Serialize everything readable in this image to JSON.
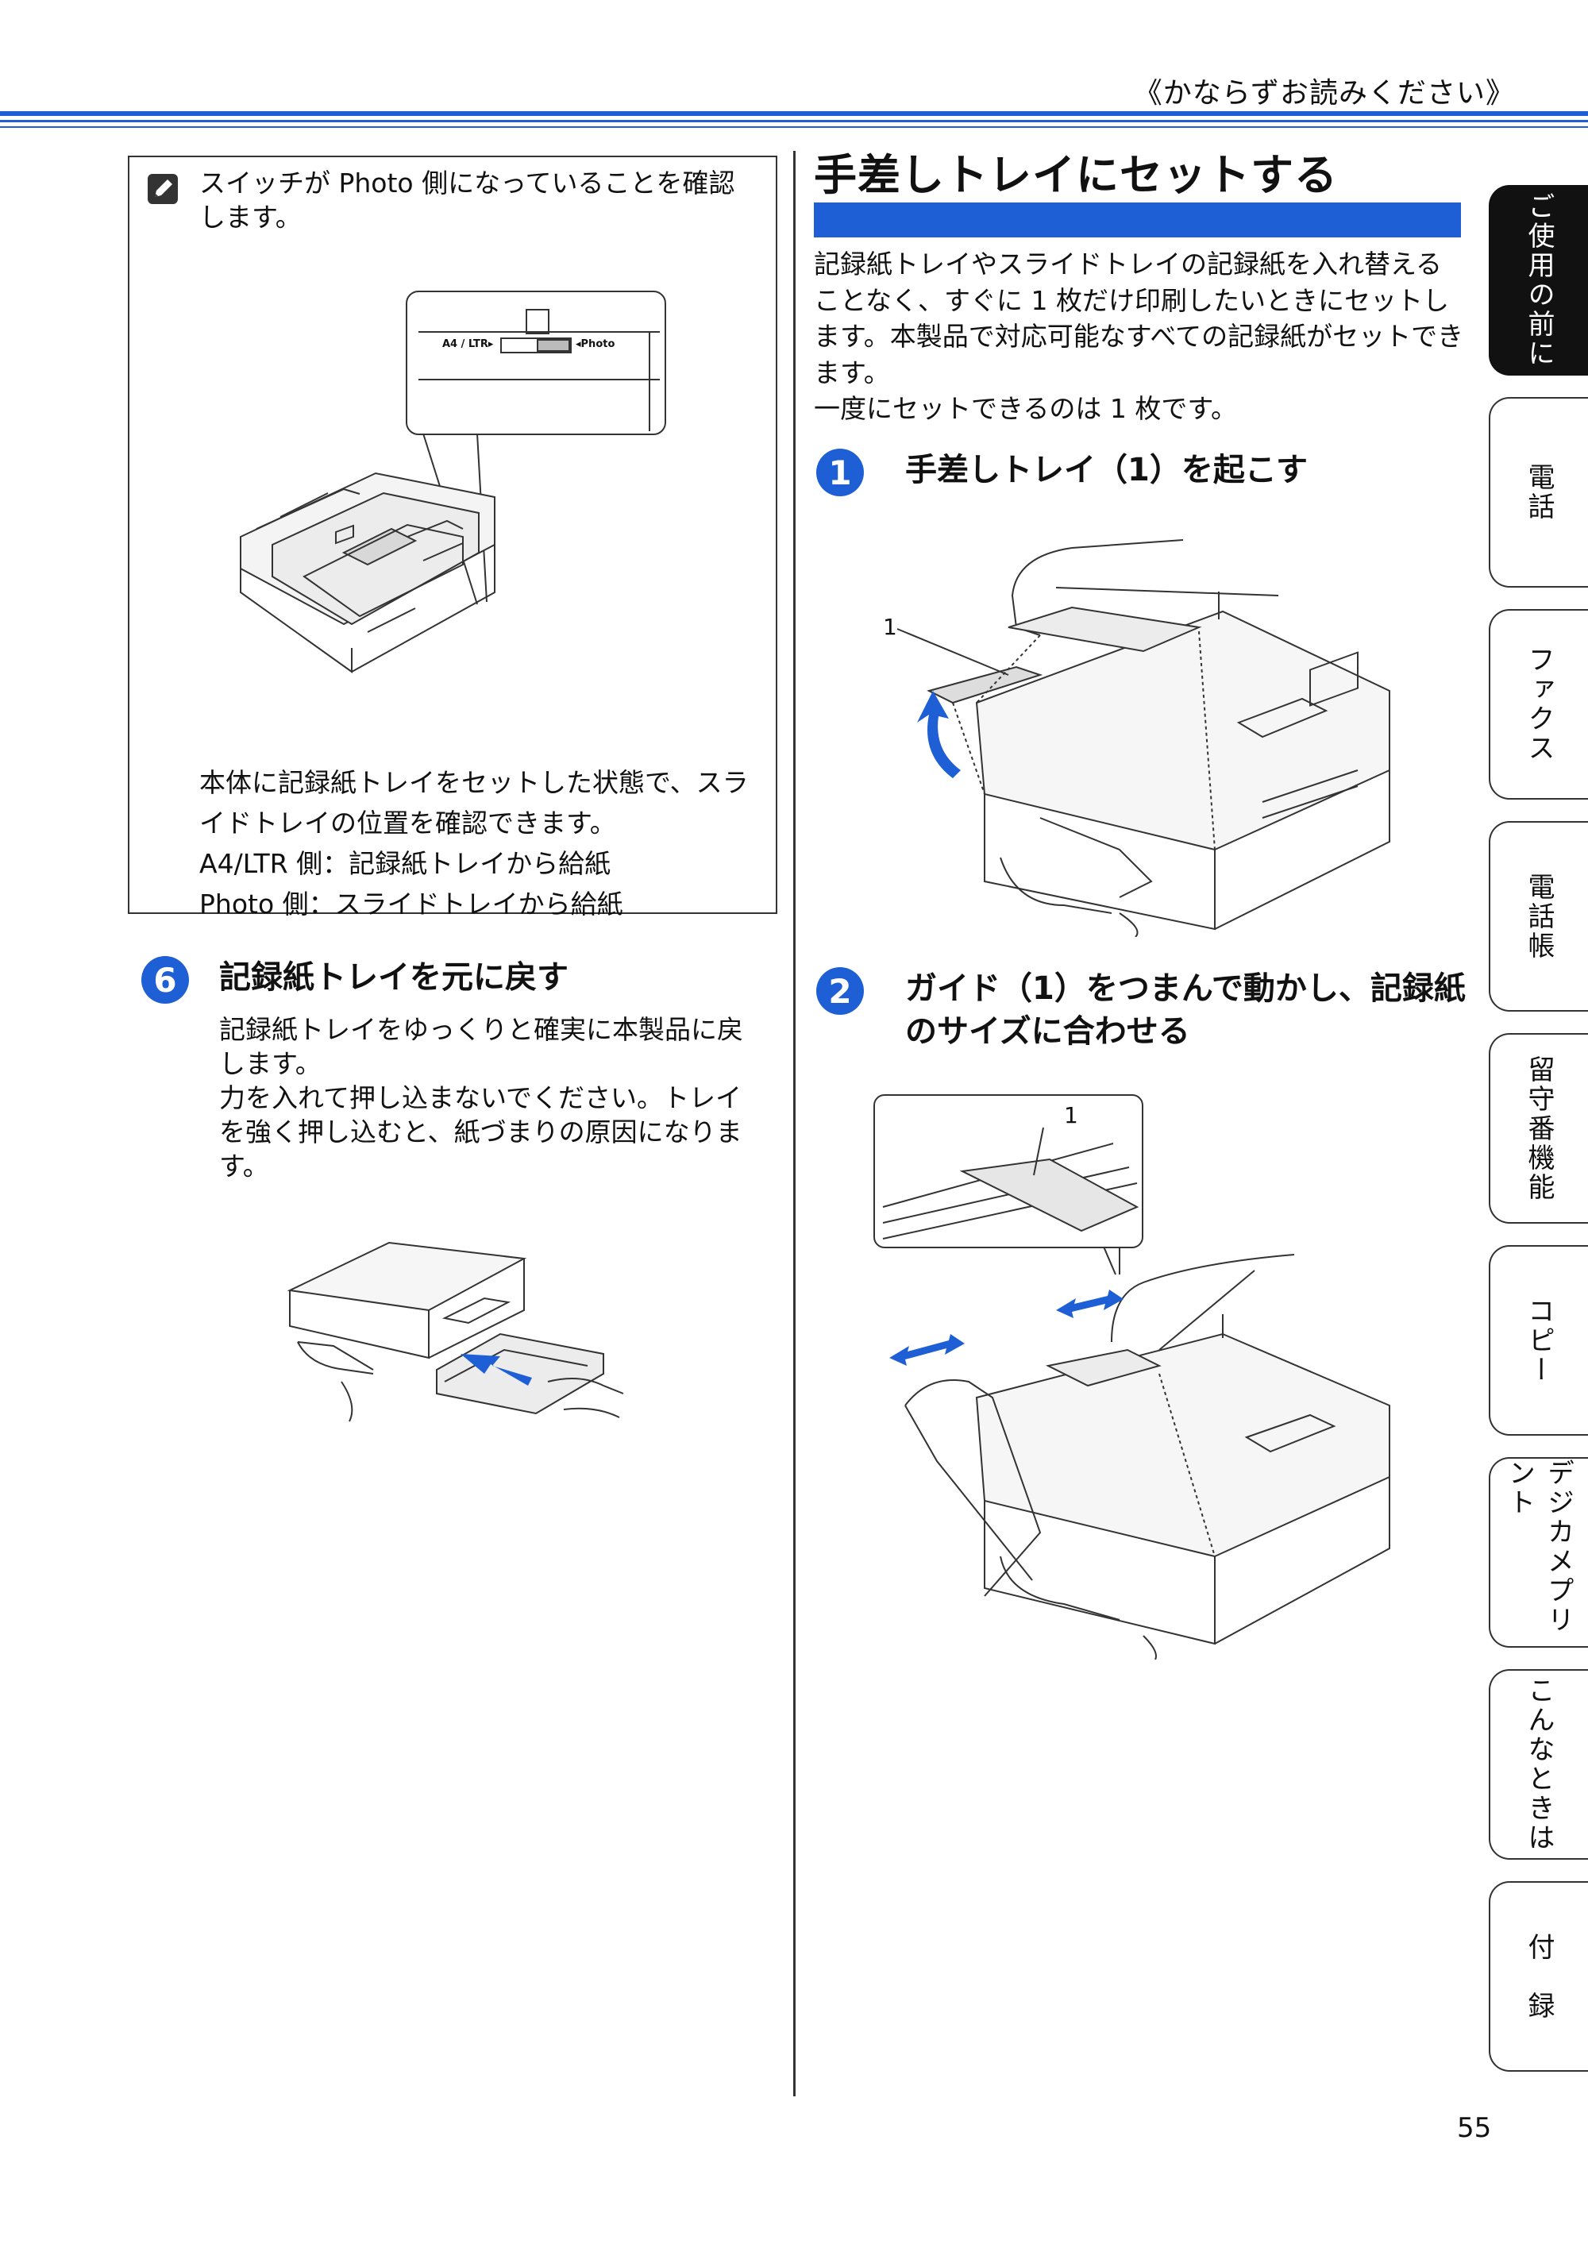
{
  "header": {
    "note": "《かならずお読みください》"
  },
  "note_box": {
    "text": "スイッチが Photo 側になっていることを確認します。",
    "callout_label_left": "A4 / LTR",
    "callout_label_right": "Photo",
    "description": "本体に記録紙トレイをセットした状態で、スライドトレイの位置を確認できます。",
    "a4_line": "A4/LTR 側：記録紙トレイから給紙",
    "photo_line": "Photo 側：スライドトレイから給紙"
  },
  "step6": {
    "number": "6",
    "title": "記録紙トレイを元に戻す",
    "body1": "記録紙トレイをゆっくりと確実に本製品に戻します。",
    "body2": "力を入れて押し込まないでください。トレイを強く押し込むと、紙づまりの原因になります。"
  },
  "section": {
    "title": "手差しトレイにセットする",
    "intro1": "記録紙トレイやスライドトレイの記録紙を入れ替えることなく、すぐに 1 枚だけ印刷したいときにセットします。本製品で対応可能なすべての記録紙がセットできます。",
    "intro2": "一度にセットできるのは 1 枚です。"
  },
  "step1": {
    "number": "1",
    "title": "手差しトレイ（1）を起こす",
    "callout": "1"
  },
  "step2": {
    "number": "2",
    "title": "ガイド（1）をつまんで動かし、記録紙のサイズに合わせる",
    "callout": "1"
  },
  "tabs": [
    {
      "label": "ご使用の前に",
      "active": true
    },
    {
      "label": "電話",
      "active": false
    },
    {
      "label": "ファクス",
      "active": false
    },
    {
      "label": "電話帳",
      "active": false
    },
    {
      "label": "留守番機能",
      "active": false
    },
    {
      "label": "コピー",
      "active": false
    },
    {
      "label": "デジカメプリント",
      "active": false
    },
    {
      "label": "こんなときは",
      "active": false
    },
    {
      "label": "付　録",
      "active": false
    }
  ],
  "page_number": "55",
  "colors": {
    "accent": "#1f5fd6",
    "text": "#111111",
    "tab_active": "#111111"
  },
  "icons": [
    "memo-icon",
    "arrow-icon"
  ]
}
